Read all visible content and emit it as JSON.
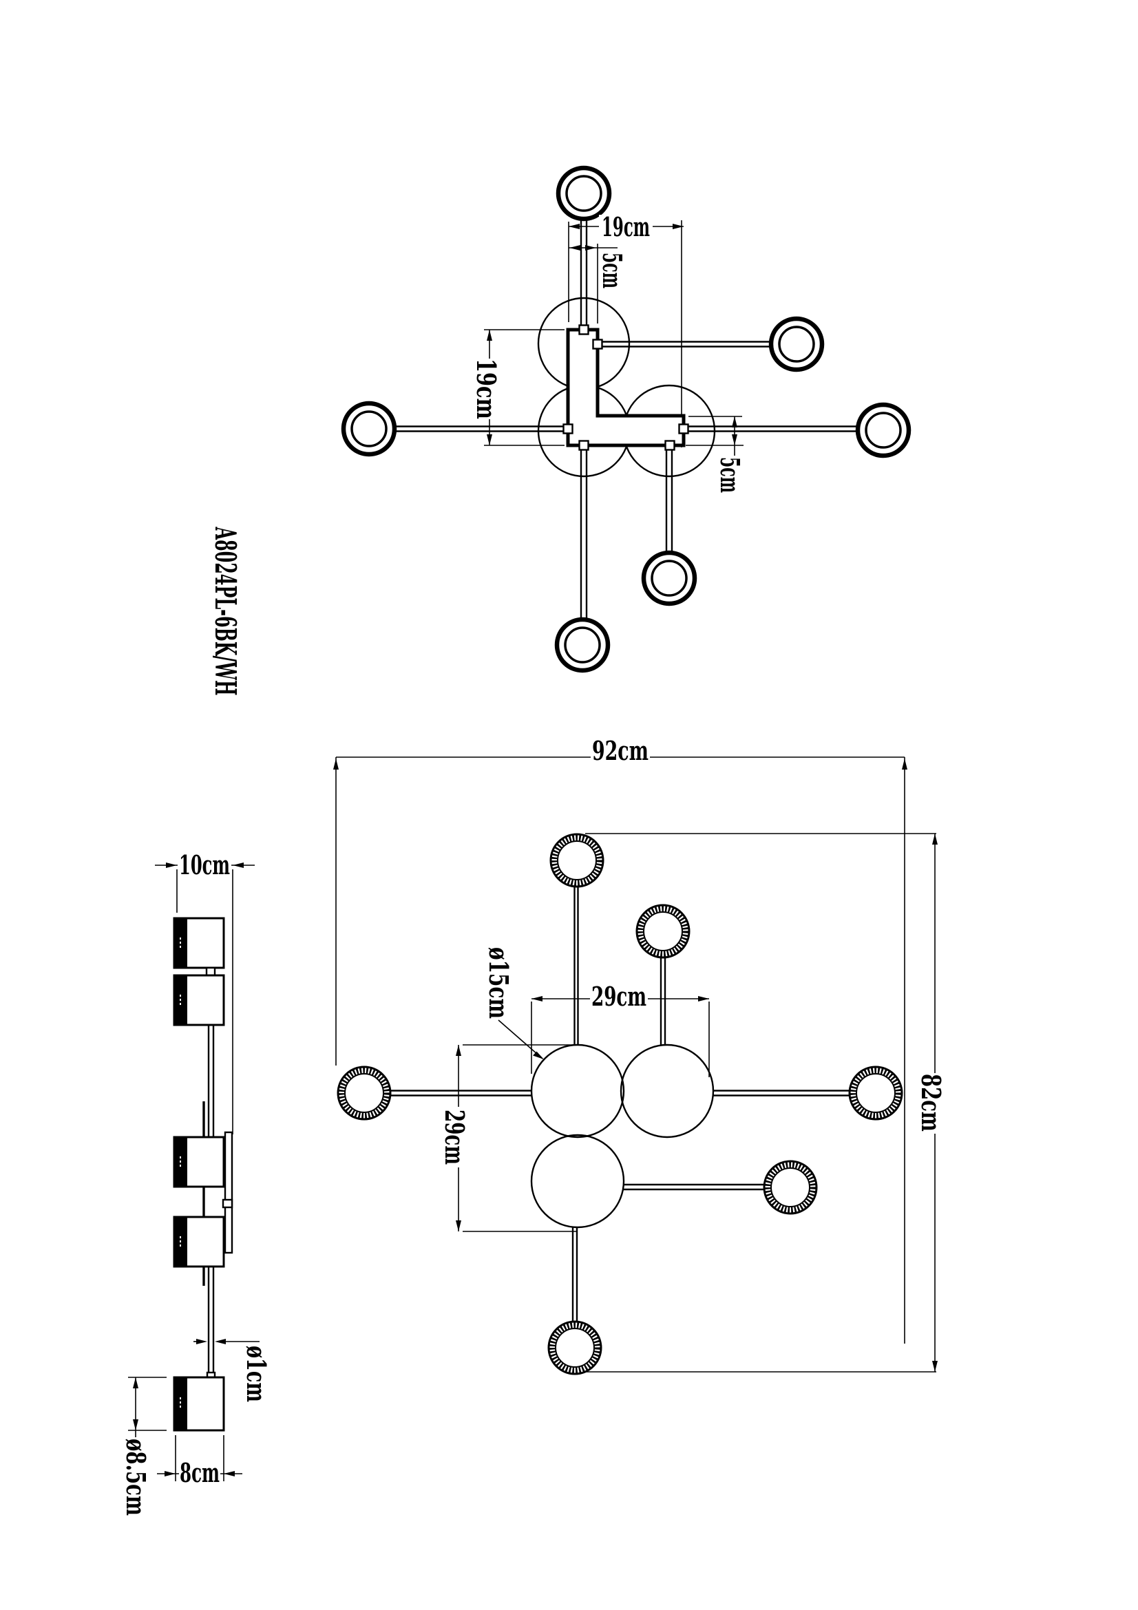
{
  "colors": {
    "background": "#ffffff",
    "line": "#000000"
  },
  "model_label": "A8024PL-6BK/WH",
  "top_view": {
    "dim_arm_length": "19cm",
    "dim_stem_offset": "5cm",
    "dim_bracket_height": "19cm",
    "dim_bracket_width": "5cm"
  },
  "side_view": {
    "dim_total_height": "10cm",
    "dim_stem_diameter": "ø1cm",
    "dim_shade_diameter": "ø8.5cm",
    "dim_shade_width": "8cm"
  },
  "bottom_view": {
    "dim_overall_width": "92cm",
    "dim_overall_height": "82cm",
    "dim_canopy_diameter": "ø15cm",
    "dim_canopy_width": "29cm",
    "dim_canopy_height": "29cm"
  }
}
